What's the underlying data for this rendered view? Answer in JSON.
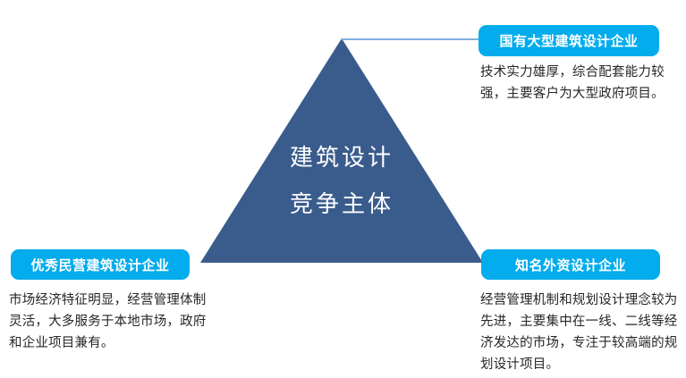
{
  "diagram": {
    "center": {
      "shape": "triangle",
      "fill_color": "#3A5C8C",
      "lines": [
        "建筑设计",
        "竞争主体"
      ]
    },
    "connector": {
      "color": "#7FAFDE"
    },
    "nodes": [
      {
        "id": "state-owned",
        "position": "top-right",
        "badge_label": "国有大型建筑设计企业",
        "badge_color": "#03ACEC",
        "description": "技术实力雄厚，综合配套能力较强，主要客户为大型政府项目。"
      },
      {
        "id": "private",
        "position": "bottom-left",
        "badge_label": "优秀民营建筑设计企业",
        "badge_color": "#03ACEC",
        "description": "市场经济特征明显，经营管理体制灵活，大多服务于本地市场，政府和企业项目兼有。"
      },
      {
        "id": "foreign",
        "position": "bottom-right",
        "badge_label": "知名外资设计企业",
        "badge_color": "#03ACEC",
        "description": "经营管理机制和规划设计理念较为先进，主要集中在一线、二线等经济发达的市场，专注于较高端的规划设计项目。"
      }
    ]
  }
}
